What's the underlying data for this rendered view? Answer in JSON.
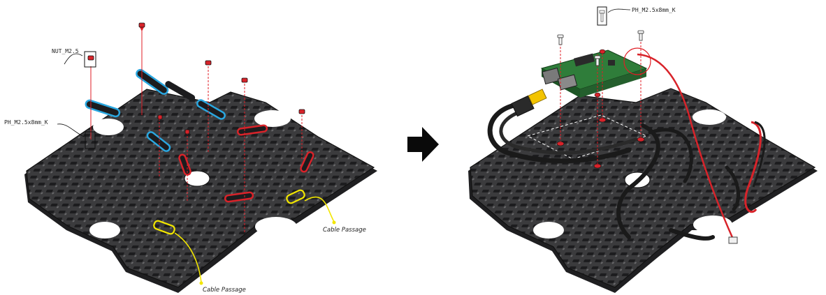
{
  "labels": {
    "nut_m25": "NUT_M2.5",
    "screw_left": "PH_M2.5x8mm_K",
    "cable_passage_right": "Cable Passage",
    "cable_passage_bottom": "Cable Passage",
    "screw_top": "PH_M2.5x8mm_K"
  },
  "colors": {
    "plate": "#3b3b3d",
    "plate_dark": "#1f1f21",
    "plate_light": "#555557",
    "blue_part": "#2aa7e0",
    "red_part": "#d8232a",
    "guide_line": "#e01e26",
    "callout": "#f2e600",
    "pcb": "#2f7d3a",
    "usb": "#f3c400",
    "cable_red": "#d8232a",
    "arrow": "#0a0a0a"
  }
}
